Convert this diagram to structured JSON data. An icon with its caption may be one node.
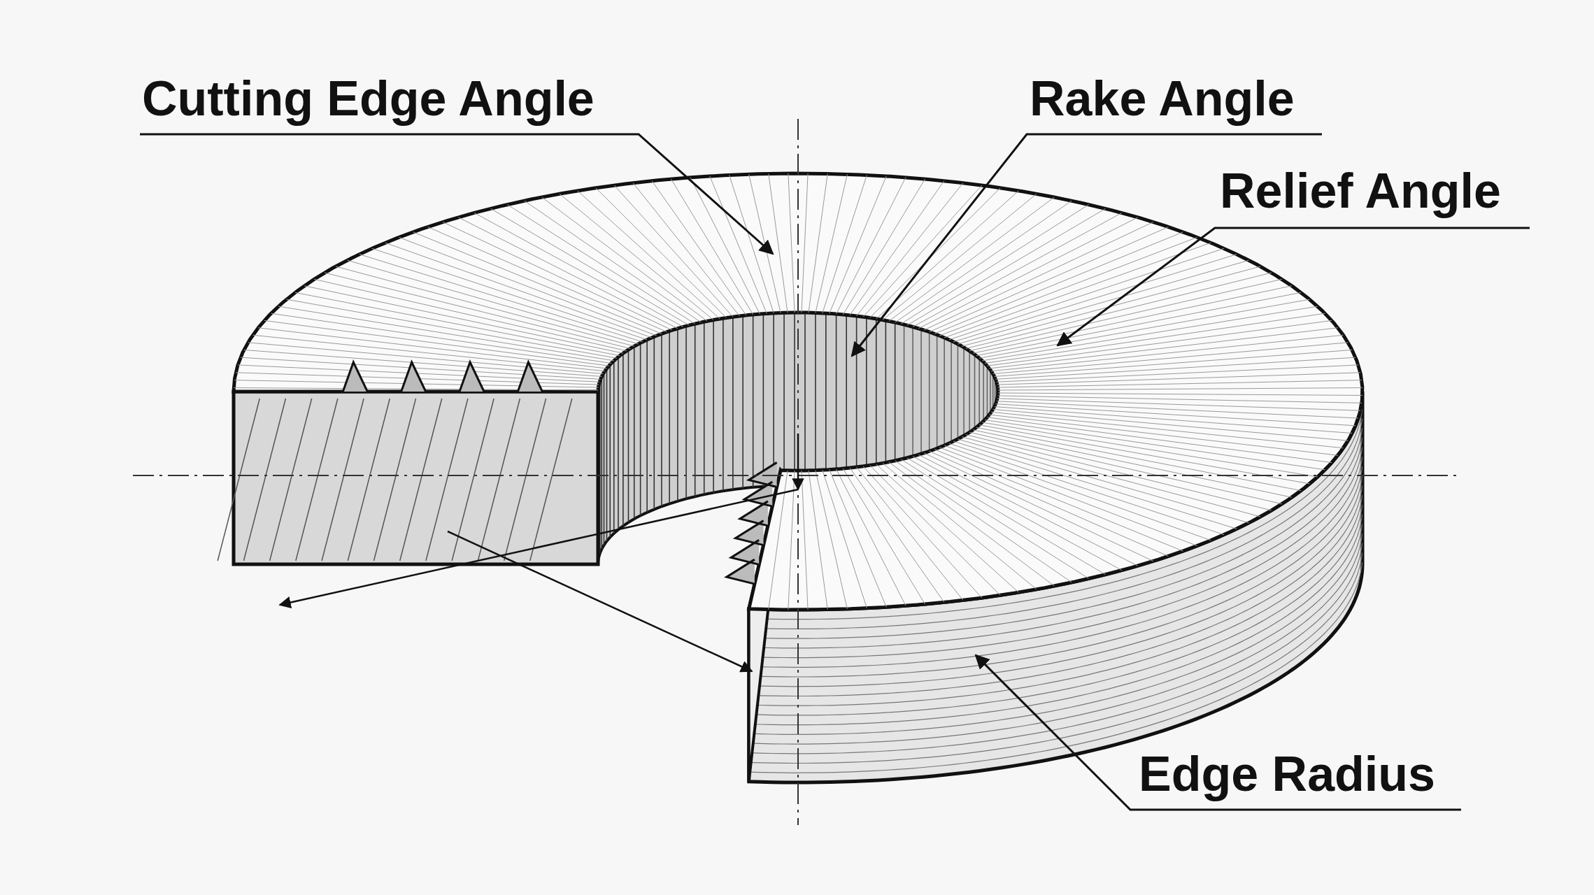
{
  "diagram": {
    "nodes": [
      {
        "text": [
          "Cutting Edge Angle"
        ]
      },
      {
        "text": [
          "Rake Angle"
        ]
      },
      {
        "text": [
          "Relief Angle"
        ]
      },
      {
        "text": [
          "Edge Radius"
        ]
      }
    ],
    "edges": [
      {
        "from": 0,
        "to": null,
        "arrow": "to"
      },
      {
        "from": 1,
        "to": null,
        "arrow": "to"
      },
      {
        "from": 2,
        "to": null,
        "arrow": "to"
      },
      {
        "from": 3,
        "to": null,
        "arrow": "to"
      }
    ]
  }
}
